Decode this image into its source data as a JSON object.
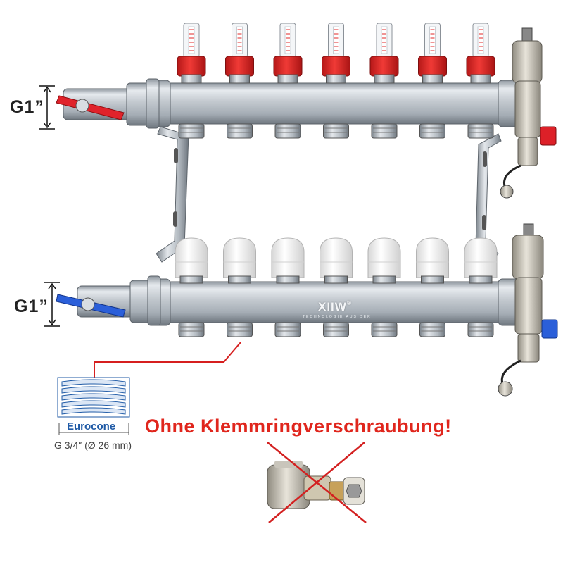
{
  "labels": {
    "inlet_top": "G1”",
    "inlet_bottom": "G1”",
    "cone_name": "Eurocone",
    "cone_thread": "G 3/4″ (Ø 26 mm)",
    "warning": "Ohne Klemmringverschraubung!"
  },
  "brand": {
    "name": "XIIW",
    "registered": "®",
    "tagline": "TECHNOLOGIE AUS DER"
  },
  "manifold": {
    "circuits": 7,
    "supply_bar": "flow-meters",
    "return_bar": "thermostatic-caps",
    "supply_valve_color": "#e0232b",
    "return_valve_color": "#2b5fd9"
  },
  "colors": {
    "flow_meter_red": "#e12a2a",
    "warning_red": "#e0261d",
    "eurocone_blue": "#1f5aa6",
    "steel": "#b9c0c7"
  }
}
